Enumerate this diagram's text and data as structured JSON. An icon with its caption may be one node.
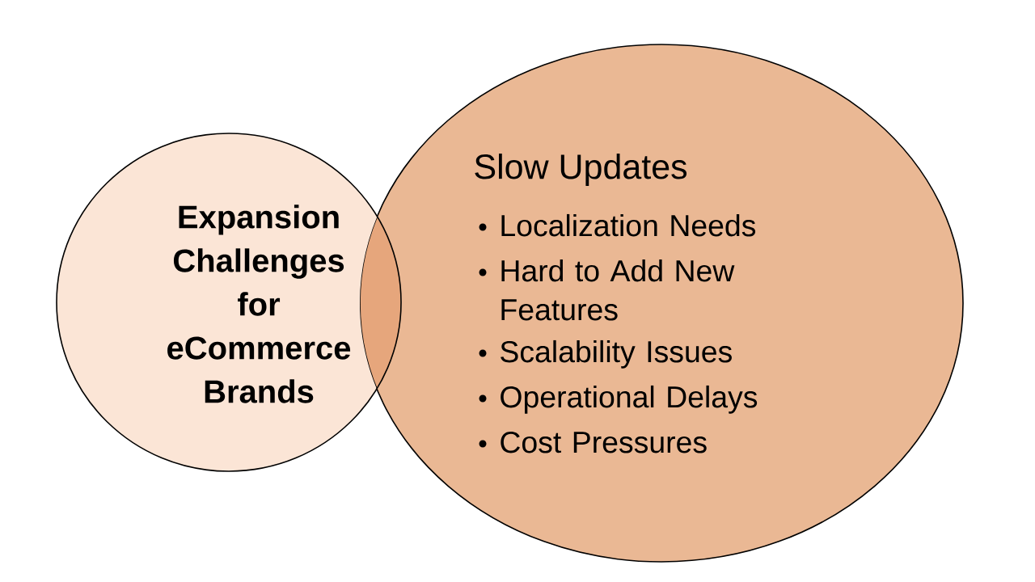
{
  "diagram": {
    "nodes": [
      {
        "text": [
          "Expansion Challenges for eCommerce Brands"
        ]
      },
      {
        "text": [
          "Slow Updates",
          "Localization Needs",
          "Hard to Add New Features",
          "Scalability Issues",
          "Operational Delays",
          "Cost Pressures"
        ]
      }
    ],
    "edges": []
  }
}
